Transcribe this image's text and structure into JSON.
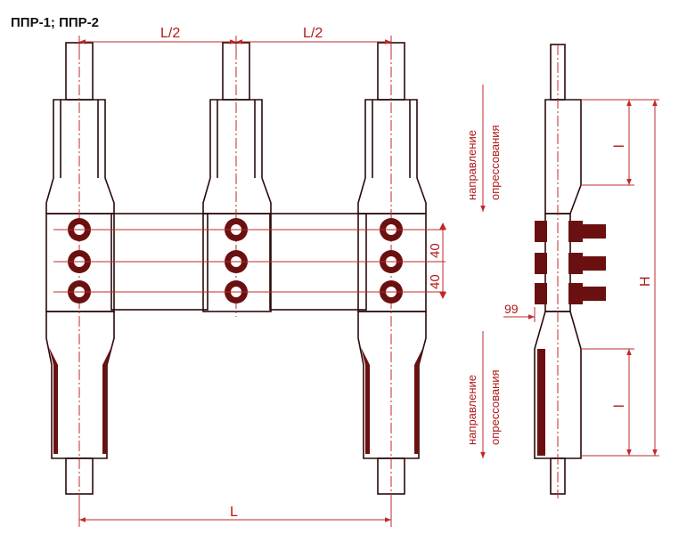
{
  "title": "ППР-1; ППР-2",
  "dimensions": {
    "half_span_left": "L/2",
    "half_span_right": "L/2",
    "total_span": "L",
    "bolt_pitch_1": "40",
    "bolt_pitch_2": "40",
    "height": "H",
    "side_offset": "99",
    "clamp_length_top": "l",
    "clamp_length_bottom": "l"
  },
  "annotations": {
    "pressing_direction_top_1": "направление",
    "pressing_direction_top_2": "опрессования",
    "pressing_direction_bottom_1": "направление",
    "pressing_direction_bottom_2": "опрессования"
  },
  "colors": {
    "dimension_line": "#c0282a",
    "outline": "#2a0a0a",
    "fill": "#ffffff",
    "bolt": "#6b1010"
  }
}
